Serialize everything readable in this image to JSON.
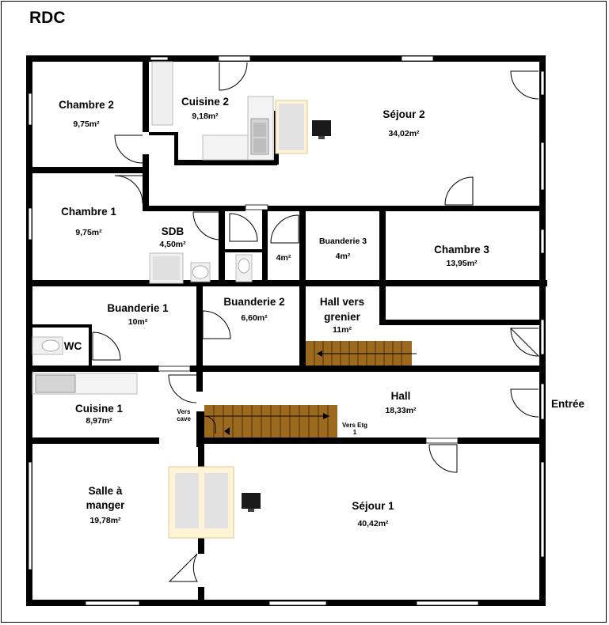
{
  "title": "RDC",
  "entrance_label": "Entrée",
  "colors": {
    "wall": "#000000",
    "stair": "#9c6a1f",
    "fixture": "#e5e5e5",
    "sofa": "#fff5d6"
  },
  "rooms": [
    {
      "name": "Chambre 2",
      "area": "9,75m²"
    },
    {
      "name": "Cuisine 2",
      "area": "9,18m²"
    },
    {
      "name": "Séjour 2",
      "area": "34,02m²"
    },
    {
      "name": "Chambre 1",
      "area": "9,75m²"
    },
    {
      "name": "SDB",
      "area": "4,50m²"
    },
    {
      "name": "",
      "area": "4m²"
    },
    {
      "name": "Buanderie 3",
      "area": "4m²"
    },
    {
      "name": "Chambre 3",
      "area": "13,95m²"
    },
    {
      "name": "Buanderie 1",
      "area": "10m²"
    },
    {
      "name": "Buanderie 2",
      "area": "6,60m²"
    },
    {
      "name": "Hall vers grenier",
      "area": "11m²"
    },
    {
      "name": "WC",
      "area": ""
    },
    {
      "name": "Cuisine 1",
      "area": "8,97m²"
    },
    {
      "name": "Hall",
      "area": "18,33m²"
    },
    {
      "name": "Salle à manger",
      "area": "19,78m²"
    },
    {
      "name": "Séjour 1",
      "area": "40,42m²"
    }
  ],
  "stair_labels": {
    "cave": "Vers cave",
    "etage": "Vers Etg 1"
  }
}
